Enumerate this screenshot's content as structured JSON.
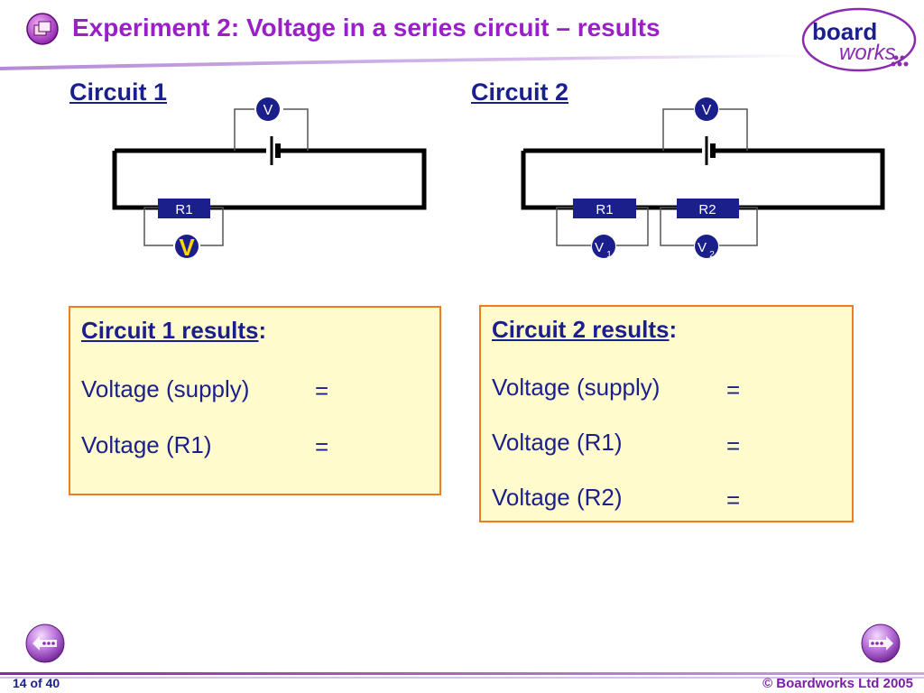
{
  "slide": {
    "title": "Experiment 2: Voltage in a series circuit – results",
    "brand": {
      "line1": "board",
      "line2": "works"
    },
    "accent_color": "#9b1fc9",
    "text_color": "#1a1f8c"
  },
  "circuit1": {
    "title": "Circuit 1",
    "supply_meter": "V",
    "resistor": "R1",
    "resistor_meter": "V"
  },
  "circuit2": {
    "title": "Circuit 2",
    "supply_meter": "V",
    "resistor1": "R1",
    "resistor2": "R2",
    "meter1": "V",
    "meter1_sub": "1",
    "meter2": "V",
    "meter2_sub": "2"
  },
  "results1": {
    "title": "Circuit 1 results",
    "colon": ":",
    "rows": [
      {
        "label": "Voltage (supply)",
        "eq": "="
      },
      {
        "label": "Voltage (R1)",
        "eq": "="
      }
    ]
  },
  "results2": {
    "title": "Circuit 2 results",
    "colon": ":",
    "rows": [
      {
        "label": "Voltage (supply)",
        "eq": "="
      },
      {
        "label": "Voltage (R1)",
        "eq": "="
      },
      {
        "label": "Voltage (R2)",
        "eq": "="
      }
    ]
  },
  "footer": {
    "page": "14 of 40",
    "copyright": "© Boardworks Ltd 2005"
  },
  "nav": {
    "prev_icon": "prev-arrow-icon",
    "next_icon": "next-arrow-icon"
  }
}
